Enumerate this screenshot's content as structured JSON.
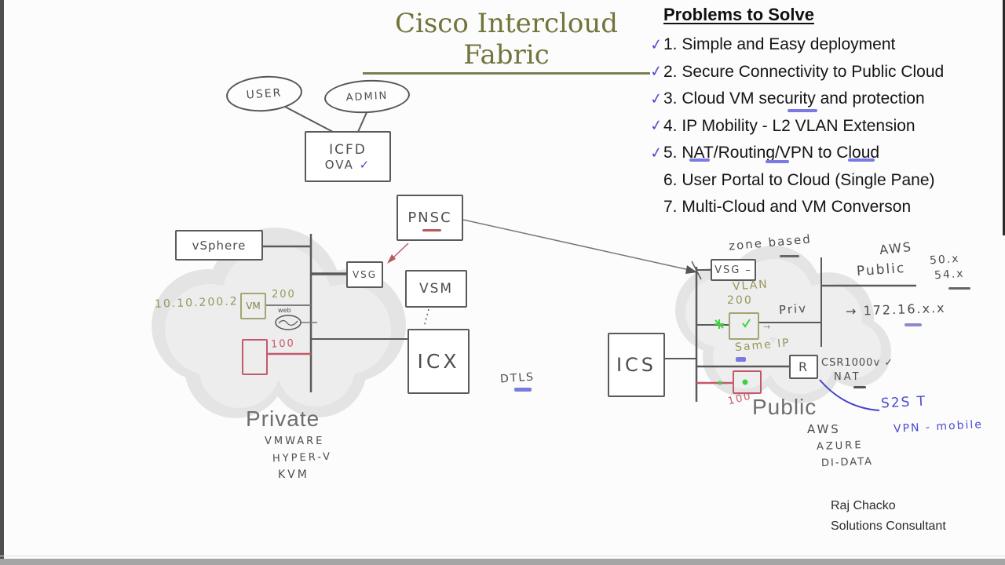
{
  "title": "Cisco Intercloud Fabric",
  "problems": {
    "heading": "Problems to Solve",
    "items": [
      {
        "check": "✓",
        "label": "1. Simple and Easy deployment"
      },
      {
        "check": "✓",
        "label": "2. Secure Connectivity to Public Cloud"
      },
      {
        "check": "✓",
        "label": "3. Cloud VM security and protection"
      },
      {
        "check": "✓",
        "label": "4. IP Mobility - L2 VLAN Extension"
      },
      {
        "check": "✓",
        "label": "5. NAT/Routing/VPN to Cloud"
      },
      {
        "check": "",
        "label": "6. User Portal to Cloud (Single Pane)"
      },
      {
        "check": "",
        "label": "7. Multi-Cloud and VM Converson"
      }
    ]
  },
  "actors": {
    "user": "USER",
    "admin": "ADMIN"
  },
  "icfd": {
    "line1": "ICFD",
    "line2": "OVA",
    "check": "✓"
  },
  "nodes": {
    "pnsc": "PNSC",
    "vsm": "VSM",
    "vsg_private": "VSG",
    "vsphere": "vSphere",
    "icx": "ICX",
    "ics": "ICS",
    "vsg_public": "VSG –",
    "vm": "VM",
    "router": "R"
  },
  "private": {
    "cloud_label": "Private",
    "hypervisors": [
      "VMWARE",
      "HYPER-V",
      "KVM"
    ],
    "vm_ip": "10.10.200.2",
    "vlan200": "200",
    "vlan100": "100",
    "web": "web"
  },
  "public": {
    "cloud_label": "Public",
    "providers": [
      "AWS",
      "AZURE",
      "DI-DATA"
    ],
    "zone_based": "zone based",
    "vlan_word": "VLAN",
    "vlan200": "200",
    "vlan100": "100",
    "same_ip": "Same IP",
    "priv": "Priv",
    "priv_range": "→ 172.16.x.x",
    "aws_line1": "AWS",
    "aws_line2": "Public",
    "range1": "50.x",
    "range2": "54.x",
    "csr": "CSR1000v ✓",
    "nat": "NAT",
    "s2s": "S2S T",
    "vpn": "VPN - mobile"
  },
  "tunnel": {
    "label": "DTLS"
  },
  "footer": {
    "name": "Raj Chacko",
    "role": "Solutions Consultant"
  },
  "colors": {
    "title": "#73733c",
    "ink": "#4d4d4d",
    "olive": "#96965e",
    "red": "#c4596b",
    "blue": "#4a4ad0",
    "green": "#3fd13f"
  }
}
